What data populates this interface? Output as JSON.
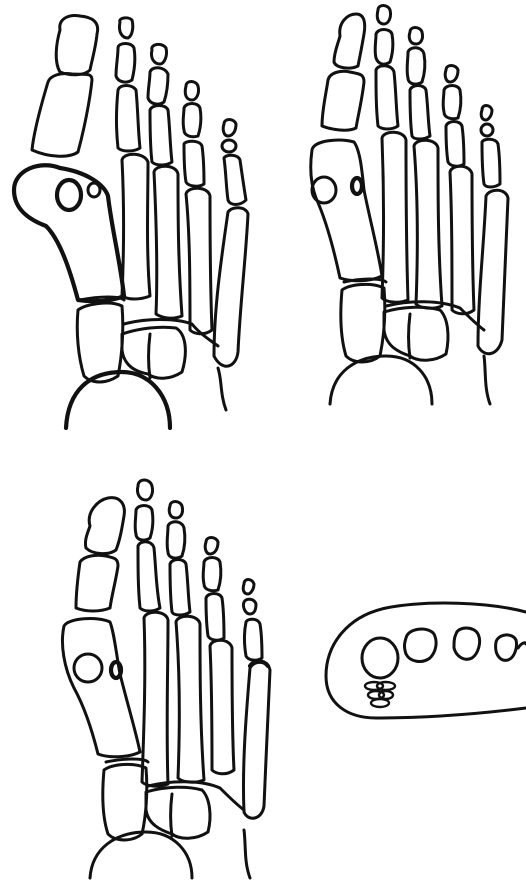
{
  "figure": {
    "panels": [
      {
        "id": "a",
        "content": "foot-skeleton-dorsal-view"
      },
      {
        "id": "b",
        "content": "foot-skeleton-dorsal-view"
      },
      {
        "id": "c",
        "content": "foot-skeleton-dorsal-view"
      },
      {
        "id": "d",
        "content": "metatarsal-heads-cross-section"
      }
    ],
    "stroke_color": "#111111",
    "background_color": "#ffffff"
  }
}
